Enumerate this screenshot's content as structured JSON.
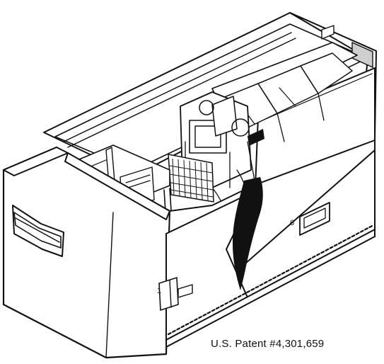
{
  "figure": {
    "caption": "U.S. Patent #4,301,659",
    "label_1": "1",
    "label_6": "6"
  }
}
